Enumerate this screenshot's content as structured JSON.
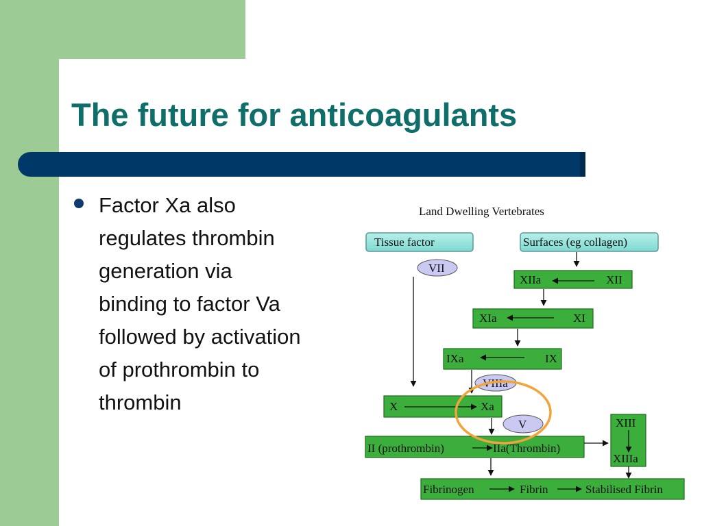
{
  "slide": {
    "title": "The future for anticoagulants",
    "bullet_lines": [
      "Factor Xa also",
      "regulates thrombin",
      "generation via",
      "binding to factor Va",
      "followed by activation",
      "of prothrombin to",
      "thrombin"
    ]
  },
  "diagram": {
    "heading": "Land Dwelling Vertebrates",
    "tissue_factor": "Tissue factor",
    "surfaces": "Surfaces (eg collagen)",
    "vii": "VII",
    "xiia": "XIIa",
    "xii": "XII",
    "xia": "XIa",
    "xi": "XI",
    "ixa": "IXa",
    "ix": "IX",
    "viiia": "VIIIa",
    "x": "X",
    "xa": "Xa",
    "v": "V",
    "prothrombin": "II (prothrombin)",
    "thrombin": "IIa(Thrombin)",
    "xiii": "XIII",
    "xiiia": "XIIIa",
    "fibrinogen": "Fibrinogen",
    "fibrin": "Fibrin",
    "stabilised_fibrin": "Stabilised Fibrin"
  },
  "colors": {
    "background_green": "#9ccb95",
    "title_color": "#0f6d6a",
    "title_bar": "#003867",
    "box_green": "#3cae3c",
    "box_cyan": "#9ee6e0",
    "ellipse_fill": "#c9c9f2",
    "highlight_circle": "#f2a33a"
  }
}
